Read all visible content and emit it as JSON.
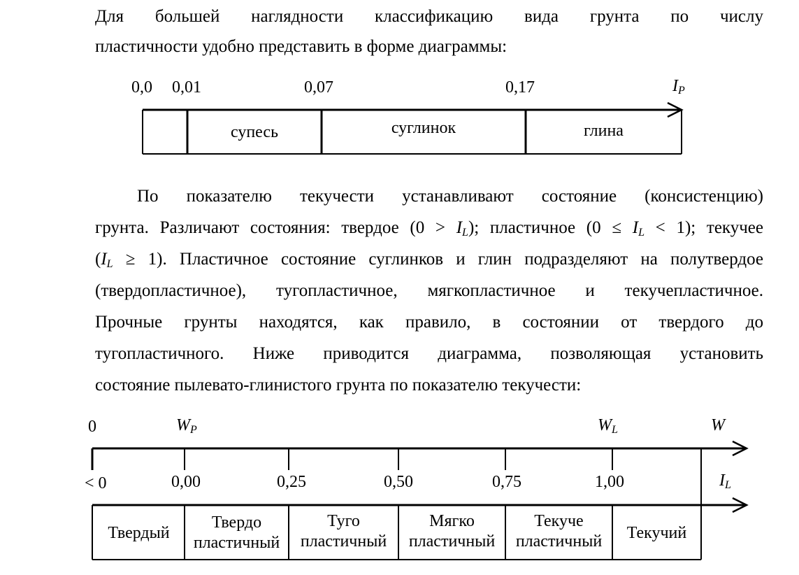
{
  "paragraph1": {
    "lines": [
      "Для большей наглядности классификацию вида грунта по числу",
      "пластичности удобно представить в форме диаграммы:"
    ]
  },
  "diagram1": {
    "tick_labels": [
      "0,0",
      "0,01",
      "0,07",
      "0,17"
    ],
    "axis_symbol": "I",
    "axis_subscript": "P",
    "cells": [
      "",
      "супесь",
      "суглинок",
      "глина"
    ]
  },
  "paragraph2": {
    "l1": "По показателю текучести устанавливают состояние (консистенцию)",
    "l2a": "грунта. Различают состояния: твердое (0 > ",
    "l2b": "); пластичное (0 ≤ ",
    "l2c": " < 1); текучее",
    "l3a": "(",
    "l3b": " ≥ 1). Пластичное состояние суглинков и глин подразделяют на полутвердое",
    "l4": "(твердопластичное), тугопластичное, мягкопластичное и текучепластичное.",
    "l5": "Прочные грунты находятся, как правило, в состоянии от твердого до",
    "l6": "тугопластичного. Ниже приводится диаграмма, позволяющая установить",
    "l7": "состояние пылевато-глинистого грунта по показателю текучести:",
    "sym_I": "I",
    "sym_L": "L"
  },
  "diagram2": {
    "top_labels": {
      "zero": "0",
      "wp_main": "W",
      "wp_sub": "P",
      "wl_main": "W",
      "wl_sub": "L",
      "w": "W"
    },
    "tick_labels": [
      "< 0",
      "0,00",
      "0,25",
      "0,50",
      "0,75",
      "1,00"
    ],
    "axis_symbol": "I",
    "axis_subscript": "L",
    "cells": [
      [
        "Твердый"
      ],
      [
        "Твердо",
        "пластичный"
      ],
      [
        "Туго",
        "пластичный"
      ],
      [
        "Мягко",
        "пластичный"
      ],
      [
        "Текуче",
        "пластичный"
      ],
      [
        "Текучий"
      ]
    ]
  }
}
